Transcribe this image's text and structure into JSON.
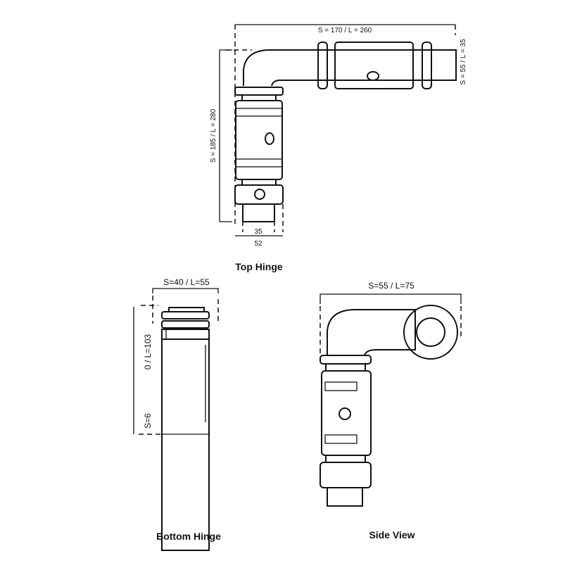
{
  "top_hinge": {
    "title": "Top Hinge",
    "dim_width": "S = 170 / L = 260",
    "dim_right": "S = 55 / L = 35",
    "dim_height": "S = 185 / L = 280",
    "dim_inner": "35",
    "dim_outer": "52"
  },
  "bottom_hinge": {
    "title": "Bottom Hinge",
    "dim_top": "S=40 / L=55",
    "dim_side_length": "0 / L=103",
    "dim_side_short": "S=6"
  },
  "side_view": {
    "title": "Side View",
    "dim_top": "S=55 / L=75"
  }
}
